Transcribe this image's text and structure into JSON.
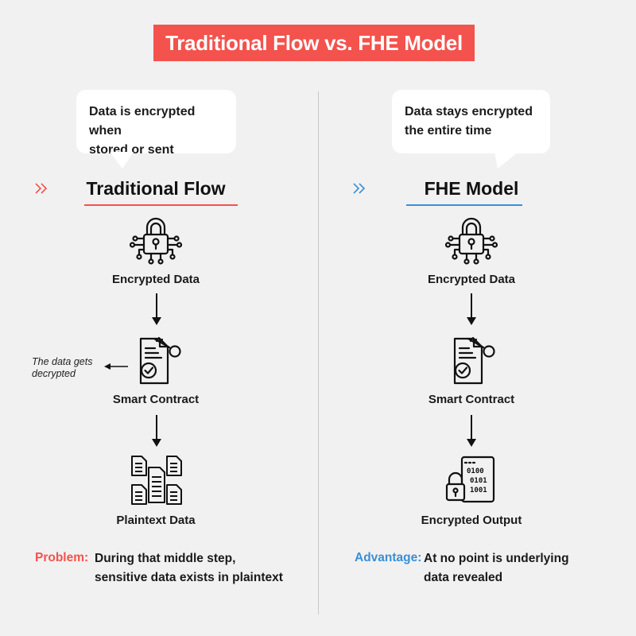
{
  "title": "Traditional Flow vs. FHE Model",
  "colors": {
    "accent_red": "#f4524d",
    "accent_blue": "#3a8fd6",
    "background": "#f1f1f1",
    "ink": "#111111"
  },
  "left": {
    "bubble_text": [
      "Data is encrypted when",
      "stored or sent"
    ],
    "heading": "Traditional Flow",
    "steps": [
      {
        "icon": "lock-circuit-icon",
        "label": "Encrypted Data"
      },
      {
        "icon": "contract-key-icon",
        "label": "Smart Contract"
      },
      {
        "icon": "plaintext-documents-icon",
        "label": "Plaintext Data"
      }
    ],
    "side_note": [
      "The data gets",
      "decrypted"
    ],
    "footer_key": "Problem:",
    "footer_text": [
      "During that middle step,",
      "sensitive data exists in plaintext"
    ]
  },
  "right": {
    "bubble_text": [
      "Data stays encrypted",
      "the entire time"
    ],
    "heading": "FHE Model",
    "steps": [
      {
        "icon": "lock-circuit-icon",
        "label": "Encrypted Data"
      },
      {
        "icon": "contract-key-icon",
        "label": "Smart Contract"
      },
      {
        "icon": "binary-lock-icon",
        "label": "Encrypted Output"
      }
    ],
    "footer_key": "Advantage:",
    "footer_text": [
      "At no point is underlying",
      "data revealed"
    ]
  }
}
